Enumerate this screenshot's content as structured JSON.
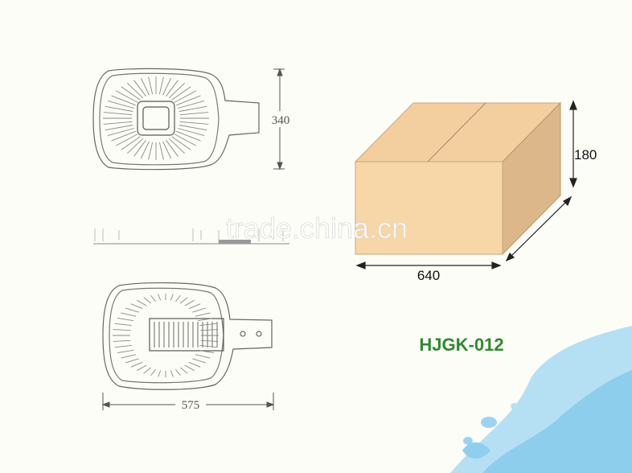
{
  "dimensions": {
    "lamp_height": "340",
    "lamp_length": "575",
    "box_width": "640",
    "box_height": "180"
  },
  "watermark": "trade.china.cn",
  "model": "HJGK-012",
  "colors": {
    "background": "#fdfdf7",
    "box_front": "#f7d7a8",
    "box_top": "#f3cfa0",
    "box_side": "#dcb78a",
    "model_text": "#2e8b2e",
    "splash": "#8fcfee"
  }
}
